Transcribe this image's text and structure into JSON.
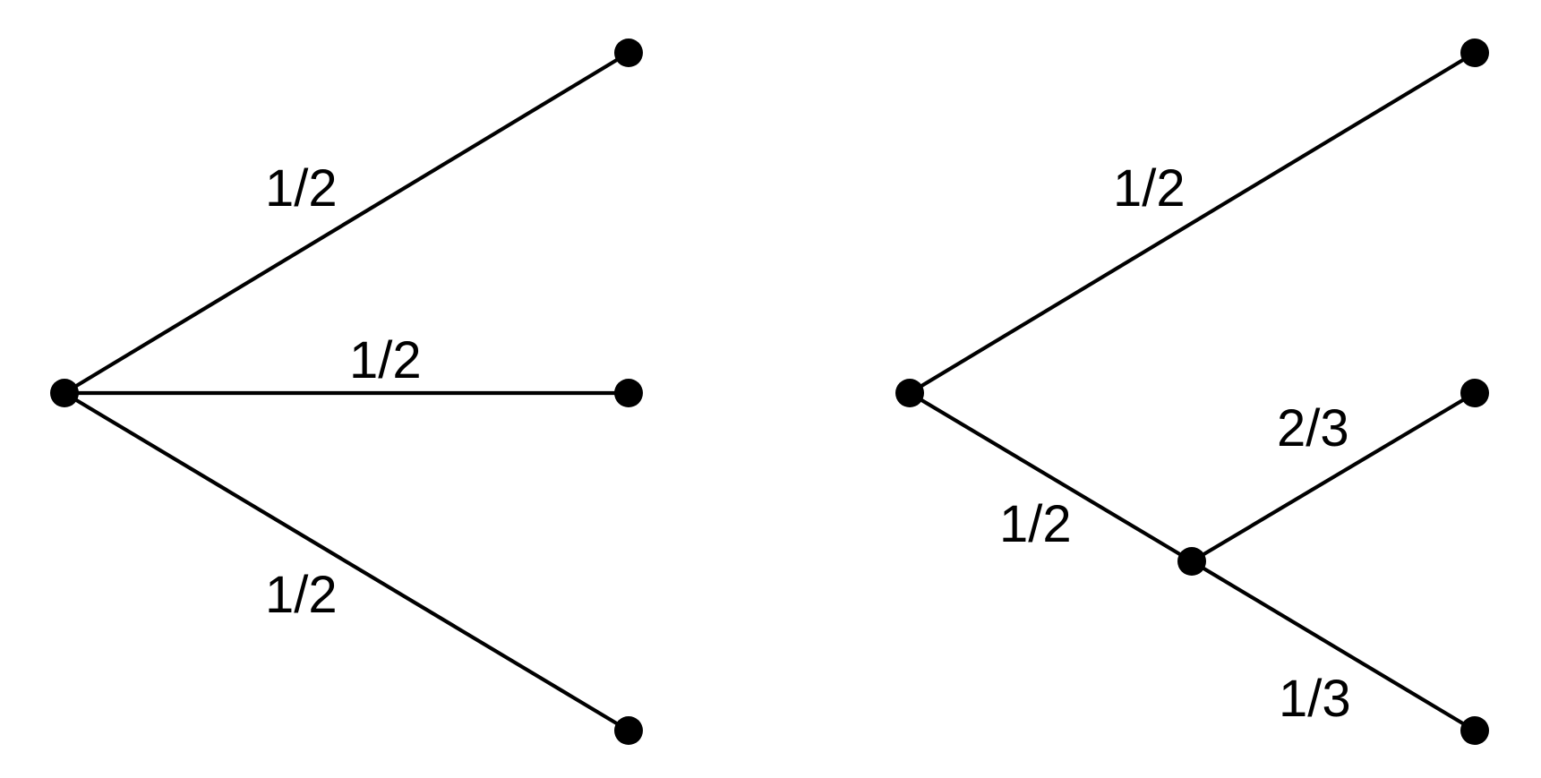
{
  "trees": [
    {
      "id": "left-tree",
      "edges": [
        {
          "id": "left-edge-top",
          "label": "1/2"
        },
        {
          "id": "left-edge-middle",
          "label": "1/2"
        },
        {
          "id": "left-edge-bottom",
          "label": "1/2"
        }
      ]
    },
    {
      "id": "right-tree",
      "edges": [
        {
          "id": "right-edge-top",
          "label": "1/2"
        },
        {
          "id": "right-edge-lower",
          "label": "1/2"
        },
        {
          "id": "right-edge-upper-branch",
          "label": "2/3"
        },
        {
          "id": "right-edge-lower-branch",
          "label": "1/3"
        }
      ]
    }
  ],
  "colors": {
    "ink": "#000000",
    "background": "#ffffff"
  }
}
